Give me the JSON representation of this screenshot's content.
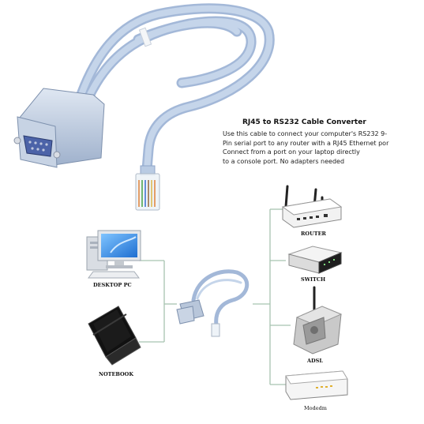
{
  "heading": {
    "title": "RJ45 to RS232 Cable Converter",
    "lines": [
      "Use this cable to connect your computer's RS232 9-",
      "Pin serial port to any router with a RJ45 Ethernet por",
      "Connect from a port on your laptop directly",
      "to a console port. No adapters needed"
    ]
  },
  "devices": {
    "left": [
      {
        "label": "DESKTOP PC",
        "icon": "desktop-pc-icon"
      },
      {
        "label": "NOTEBOOK",
        "icon": "notebook-icon"
      }
    ],
    "right": [
      {
        "label": "ROUTER",
        "icon": "router-icon"
      },
      {
        "label": "SWITCH",
        "icon": "switch-icon"
      },
      {
        "label": "ADSL",
        "icon": "adsl-icon"
      },
      {
        "label": "Modedm",
        "icon": "modem-icon"
      }
    ]
  },
  "colors": {
    "cable": "#b7c9e2",
    "cable_edge": "#8fa6c8",
    "connector": "#c8d4e6",
    "line": "#9fb8a6"
  }
}
